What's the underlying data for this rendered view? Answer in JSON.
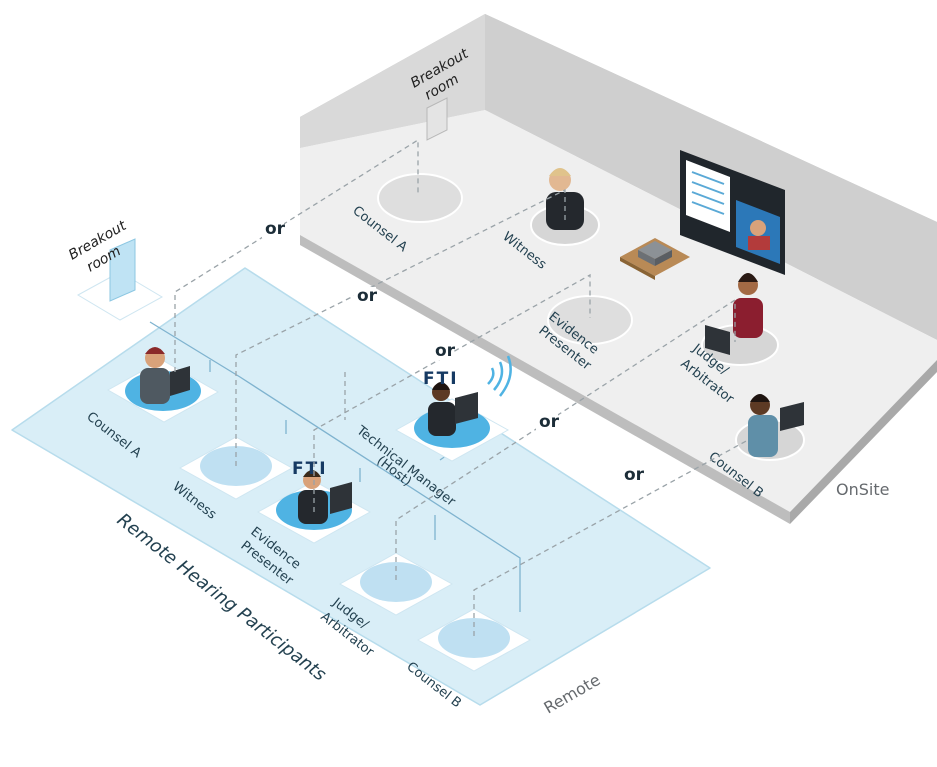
{
  "onsite": {
    "zone_label": "OnSite",
    "breakout_label_line1": "Breakout",
    "breakout_label_line2": "room",
    "counsel_a": "Counsel A",
    "witness": "Witness",
    "evidence_line1": "Evidence",
    "evidence_line2": "Presenter",
    "judge_line1": "Judge/",
    "judge_line2": "Arbitrator",
    "counsel_b": "Counsel B"
  },
  "remote": {
    "zone_label": "Remote",
    "group_title": "Remote Hearing Participants",
    "breakout_label_line1": "Breakout",
    "breakout_label_line2": "room",
    "counsel_a": "Counsel A",
    "witness": "Witness",
    "evidence_line1": "Evidence",
    "evidence_line2": "Presenter",
    "judge_line1": "Judge/",
    "judge_line2": "Arbitrator",
    "counsel_b": "Counsel B",
    "tech_line1": "Technical Manager",
    "tech_line2": "(Host)",
    "fti_logo_1": "FTI",
    "fti_logo_2": "FTI"
  },
  "connectors": {
    "or_1": "or",
    "or_2": "or",
    "or_3": "or",
    "or_4": "or",
    "or_5": "or"
  },
  "colors": {
    "remote_area": "#d9eef7",
    "pad_fill": "#bfe0f2",
    "room_wall": "#d4d4d4",
    "room_floor": "#efefef",
    "fti_blue": "#163a63"
  },
  "icons": {
    "wifi": "wifi-icon",
    "door": "door-icon",
    "laptop": "laptop-icon",
    "monitor": "monitor-icon",
    "projector": "projector-icon"
  }
}
